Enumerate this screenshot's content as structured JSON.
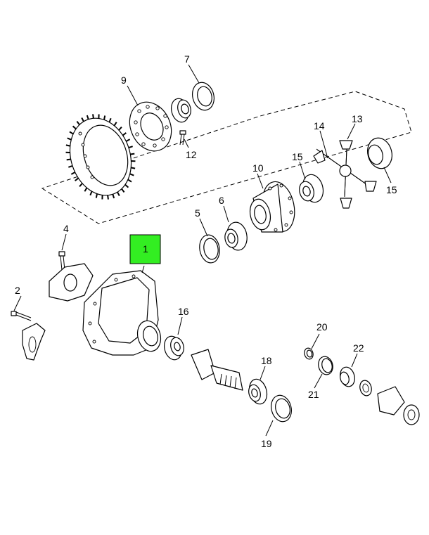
{
  "highlight_color": "#33ee22",
  "callouts": {
    "c1": "1",
    "c2": "2",
    "c4": "4",
    "c5": "5",
    "c6": "6",
    "c7": "7",
    "c9": "9",
    "c10": "10",
    "c12": "12",
    "c13": "13",
    "c14": "14",
    "c15a": "15",
    "c15b": "15",
    "c16": "16",
    "c18": "18",
    "c19": "19",
    "c20": "20",
    "c21": "21",
    "c22": "22"
  }
}
